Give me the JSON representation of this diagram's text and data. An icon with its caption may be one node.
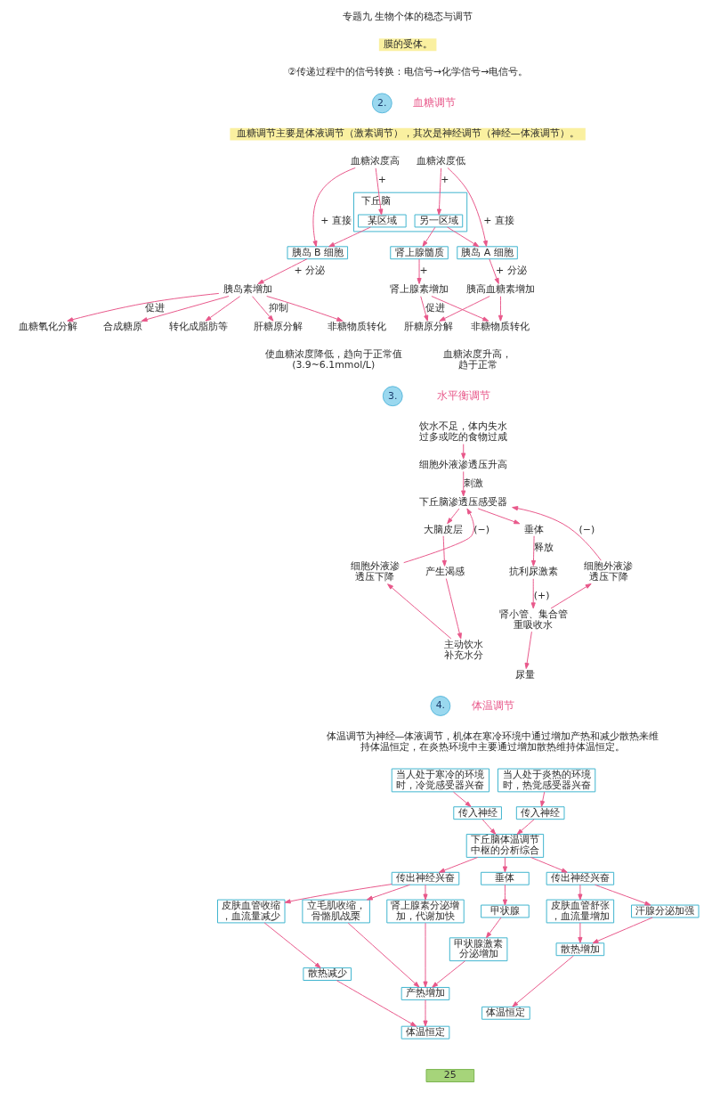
{
  "diagram": {
    "nodes": [
      {
        "text": [
          "2."
        ]
      },
      {
        "text": [
          "血糖浓度高"
        ]
      },
      {
        "text": [
          "胰岛 B 细胞"
        ]
      },
      {
        "text": [
          "胰岛素增加"
        ]
      },
      {
        "text": [
          "血糖氧化分解"
        ]
      },
      {
        "text": [
          "合成糖原"
        ]
      },
      {
        "text": [
          "转化成脂肪等"
        ]
      },
      {
        "text": [
          "肝糖原分解"
        ]
      },
      {
        "text": [
          "非糖物质转化"
        ]
      },
      {
        "text": [
          "下丘脑"
        ]
      },
      {
        "text": [
          "某区域"
        ],
        "in": 9
      },
      {
        "text": [
          "另一区域"
        ],
        "in": 9
      },
      {
        "text": [
          "肾上腺髓质"
        ]
      },
      {
        "text": [
          "肾上腺素增加"
        ]
      },
      {
        "text": [
          "肝糖原分解"
        ]
      },
      {
        "text": [
          "非糖物质转化"
        ]
      },
      {
        "text": [
          "血糖浓度低"
        ]
      },
      {
        "text": [
          "胰岛 A 细胞"
        ]
      },
      {
        "text": [
          "胰高血糖素增加"
        ]
      },
      {
        "text": [
          "3."
        ]
      },
      {
        "text": [
          "饮水不足，体内失水过多或吃的食物过咸"
        ]
      },
      {
        "text": [
          "细胞外液渗透压升高"
        ]
      },
      {
        "text": [
          "下丘脑渗透压感受器"
        ]
      },
      {
        "text": [
          "细胞外液渗透压下降"
        ]
      },
      {
        "text": [
          "大脑皮层"
        ]
      },
      {
        "text": [
          "垂体"
        ]
      },
      {
        "text": [
          "细胞外液渗透压下降"
        ]
      },
      {
        "text": [
          "产生渴感"
        ]
      },
      {
        "text": [
          "抗利尿激素"
        ]
      },
      {
        "text": [
          "主动饮水补充水分"
        ]
      },
      {
        "text": [
          "肾小管、集合管重吸收水"
        ]
      },
      {
        "text": [
          "尿量"
        ]
      },
      {
        "text": [
          "4."
        ]
      },
      {
        "text": [
          "当人处于寒冷的环境时，冷觉感受器兴奋"
        ]
      },
      {
        "text": [
          "当人处于炎热的环境时，热觉感受器兴奋"
        ]
      },
      {
        "text": [
          "传入神经"
        ]
      },
      {
        "text": [
          "传入神经"
        ]
      },
      {
        "text": [
          "下丘脑体温调节中枢的分析综合"
        ]
      },
      {
        "text": [
          "传出神经兴奋"
        ]
      },
      {
        "text": [
          "垂体"
        ]
      },
      {
        "text": [
          "传出神经兴奋"
        ]
      },
      {
        "text": [
          "甲状腺"
        ]
      },
      {
        "text": [
          "皮肤血管收缩，血流量减少"
        ]
      },
      {
        "text": [
          "立毛肌收缩，骨骼肌战栗"
        ]
      },
      {
        "text": [
          "肾上腺素分泌增加，代谢加快"
        ]
      },
      {
        "text": [
          "甲状腺激素分泌增加"
        ]
      },
      {
        "text": [
          "皮肤血管舒张，血流量增加"
        ]
      },
      {
        "text": [
          "汗腺分泌加强"
        ]
      },
      {
        "text": [
          "散热减少"
        ]
      },
      {
        "text": [
          "产热增加"
        ]
      },
      {
        "text": [
          "散热增加"
        ]
      },
      {
        "text": [
          "体温恒定"
        ]
      },
      {
        "text": [
          "体温恒定"
        ]
      },
      {
        "text": [
          "25"
        ]
      }
    ],
    "edges": [
      {
        "from": 1,
        "to": 2,
        "arrow": "to",
        "label": "+ 直接"
      },
      {
        "from": 2,
        "to": 3,
        "arrow": "to",
        "label": "+ 分泌"
      },
      {
        "from": 3,
        "to": 4,
        "arrow": "to",
        "label": "促进"
      },
      {
        "from": 3,
        "to": 5,
        "arrow": "to"
      },
      {
        "from": 3,
        "to": 6,
        "arrow": "to"
      },
      {
        "from": 3,
        "to": 7,
        "arrow": "to",
        "label": "抑制"
      },
      {
        "from": 3,
        "to": 8,
        "arrow": "to"
      },
      {
        "from": 1,
        "to": 10,
        "arrow": "to",
        "label": "+"
      },
      {
        "from": 10,
        "to": 2,
        "arrow": "to"
      },
      {
        "from": 11,
        "to": 12,
        "arrow": "to"
      },
      {
        "from": 11,
        "to": 17,
        "arrow": "to"
      },
      {
        "from": 12,
        "to": 13,
        "arrow": "to",
        "label": "+"
      },
      {
        "from": 13,
        "to": 14,
        "arrow": "to",
        "label": "促进"
      },
      {
        "from": 13,
        "to": 15,
        "arrow": "to"
      },
      {
        "from": 18,
        "to": 14,
        "arrow": "to"
      },
      {
        "from": 18,
        "to": 15,
        "arrow": "to"
      },
      {
        "from": 16,
        "to": 11,
        "arrow": "to",
        "label": "+"
      },
      {
        "from": 16,
        "to": 17,
        "arrow": "to",
        "label": "+ 直接"
      },
      {
        "from": 17,
        "to": 18,
        "arrow": "to",
        "label": "+ 分泌"
      },
      {
        "from": 20,
        "to": 21,
        "arrow": "to"
      },
      {
        "from": 21,
        "to": 22,
        "arrow": "to",
        "label": "刺激"
      },
      {
        "from": 22,
        "to": 24,
        "arrow": "to"
      },
      {
        "from": 24,
        "to": 27,
        "arrow": "to"
      },
      {
        "from": 27,
        "to": 29,
        "arrow": "to"
      },
      {
        "from": 29,
        "to": 23,
        "arrow": "to"
      },
      {
        "from": 23,
        "to": 22,
        "arrow": "to",
        "label": "(−)"
      },
      {
        "from": 22,
        "to": 25,
        "arrow": "to"
      },
      {
        "from": 25,
        "to": 28,
        "arrow": "to",
        "label": "释放"
      },
      {
        "from": 28,
        "to": 30,
        "arrow": "to",
        "label": "(+)"
      },
      {
        "from": 30,
        "to": 31,
        "arrow": "to"
      },
      {
        "from": 30,
        "to": 26,
        "arrow": "to"
      },
      {
        "from": 26,
        "to": 22,
        "arrow": "to",
        "label": "(−)"
      },
      {
        "from": 33,
        "to": 35,
        "arrow": "to"
      },
      {
        "from": 34,
        "to": 36,
        "arrow": "to"
      },
      {
        "from": 35,
        "to": 37,
        "arrow": "to"
      },
      {
        "from": 36,
        "to": 37,
        "arrow": "to"
      },
      {
        "from": 37,
        "to": 38,
        "arrow": "to"
      },
      {
        "from": 37,
        "to": 39,
        "arrow": "to"
      },
      {
        "from": 37,
        "to": 40,
        "arrow": "to"
      },
      {
        "from": 38,
        "to": 42,
        "arrow": "to"
      },
      {
        "from": 38,
        "to": 43,
        "arrow": "to"
      },
      {
        "from": 38,
        "to": 44,
        "arrow": "to"
      },
      {
        "from": 39,
        "to": 41,
        "arrow": "to"
      },
      {
        "from": 41,
        "to": 45,
        "arrow": "to"
      },
      {
        "from": 42,
        "to": 48,
        "arrow": "to"
      },
      {
        "from": 43,
        "to": 49,
        "arrow": "to"
      },
      {
        "from": 44,
        "to": 49,
        "arrow": "to"
      },
      {
        "from": 45,
        "to": 49,
        "arrow": "to"
      },
      {
        "from": 48,
        "to": 51,
        "arrow": "to"
      },
      {
        "from": 49,
        "to": 51,
        "arrow": "to"
      },
      {
        "from": 40,
        "to": 46,
        "arrow": "to"
      },
      {
        "from": 40,
        "to": 47,
        "arrow": "to"
      },
      {
        "from": 46,
        "to": 50,
        "arrow": "to"
      },
      {
        "from": 47,
        "to": 50,
        "arrow": "to"
      },
      {
        "from": 50,
        "to": 52,
        "arrow": "to"
      }
    ],
    "labels": [
      "专题九 生物个体的稳态与调节",
      "膜的受体。",
      "②传递过程中的信号转换：电信号→化学信号→电信号。",
      "血糖调节",
      "血糖调节主要是体液调节（激素调节），其次是神经调节（神经—体液调节）。",
      "使血糖浓度降低，趋向于正常值(3.9~6.1mmol/L)",
      "血糖浓度升高，趋于正常",
      "水平衡调节",
      "体温调节",
      "体温调节为神经—体液调节，机体在寒冷环境中通过增加产热和减少散热来维持体温恒定，在炎热环境中主要通过增加散热维持体温恒定。"
    ]
  }
}
